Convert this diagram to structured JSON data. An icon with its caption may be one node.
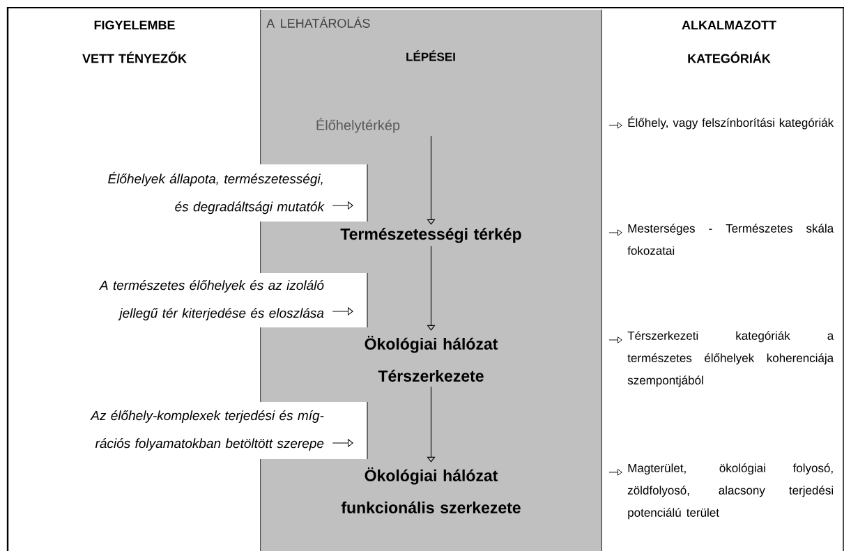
{
  "diagram": {
    "nodes": [
      {
        "text": [
          "A LEHATÁROLÁS",
          "LÉPÉSEI"
        ]
      },
      {
        "text": [
          "Élőhelytérkép"
        ],
        "in": 0
      },
      {
        "text": [
          "Természetességi térkép"
        ],
        "in": 0
      },
      {
        "text": [
          "Ökológiai hálózat Térszerkezete"
        ],
        "in": 0
      },
      {
        "text": [
          "Ökológiai hálózat funkcionális szerkezete"
        ],
        "in": 0
      },
      {
        "text": [
          "Élőhelyek állapota, természetességi, és degradáltsági mutatók"
        ]
      },
      {
        "text": [
          "A természetes élőhelyek és az izoláló jellegű tér kiterjedése és eloszlása"
        ]
      },
      {
        "text": [
          "Az élőhely-komplexek terjedési és míg-rációs folyamatokban betöltött szerepe"
        ]
      }
    ],
    "edges": [
      {
        "from": 1,
        "to": 2,
        "arrow": "to"
      },
      {
        "from": 2,
        "to": 3,
        "arrow": "to"
      },
      {
        "from": 3,
        "to": 4,
        "arrow": "to"
      },
      {
        "from": 5,
        "to": null,
        "arrow": "to"
      },
      {
        "from": 6,
        "to": null,
        "arrow": "to"
      },
      {
        "from": 7,
        "to": null,
        "arrow": "to"
      }
    ],
    "labels": [
      "FIGYELEMBE VETT TÉNYEZŐK",
      "ALKALMAZOTT KATEGÓRIÁK",
      "Élőhely, vagy felszínborítási kategóriák",
      "Mesterséges - Természetes skála fokozatai",
      "Térszerkezeti kategóriák a természetes élőhelyek koherenciája szempontjából",
      "Magterület, ökológiai folyosó, zöldfolyosó, alacsony terjedési potenciálú terület"
    ]
  }
}
